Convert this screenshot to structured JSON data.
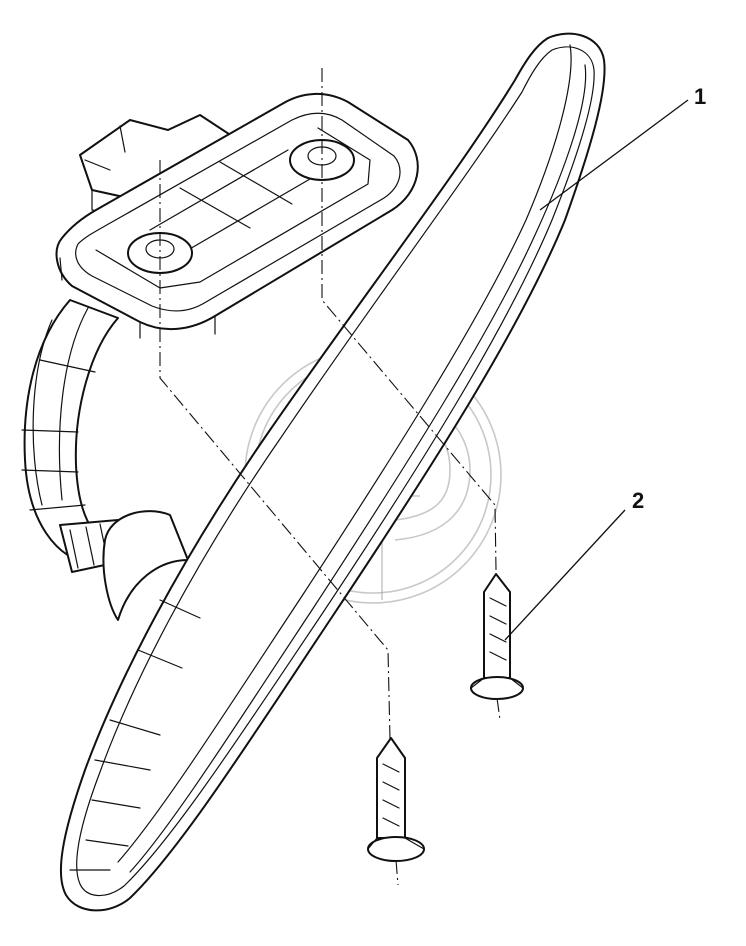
{
  "callouts": [
    {
      "label": "1",
      "part": "mirror"
    },
    {
      "label": "2",
      "part": "screw"
    }
  ],
  "colors": {
    "line": "#111111",
    "background": "#ffffff",
    "watermark": "#9a9a9a"
  }
}
